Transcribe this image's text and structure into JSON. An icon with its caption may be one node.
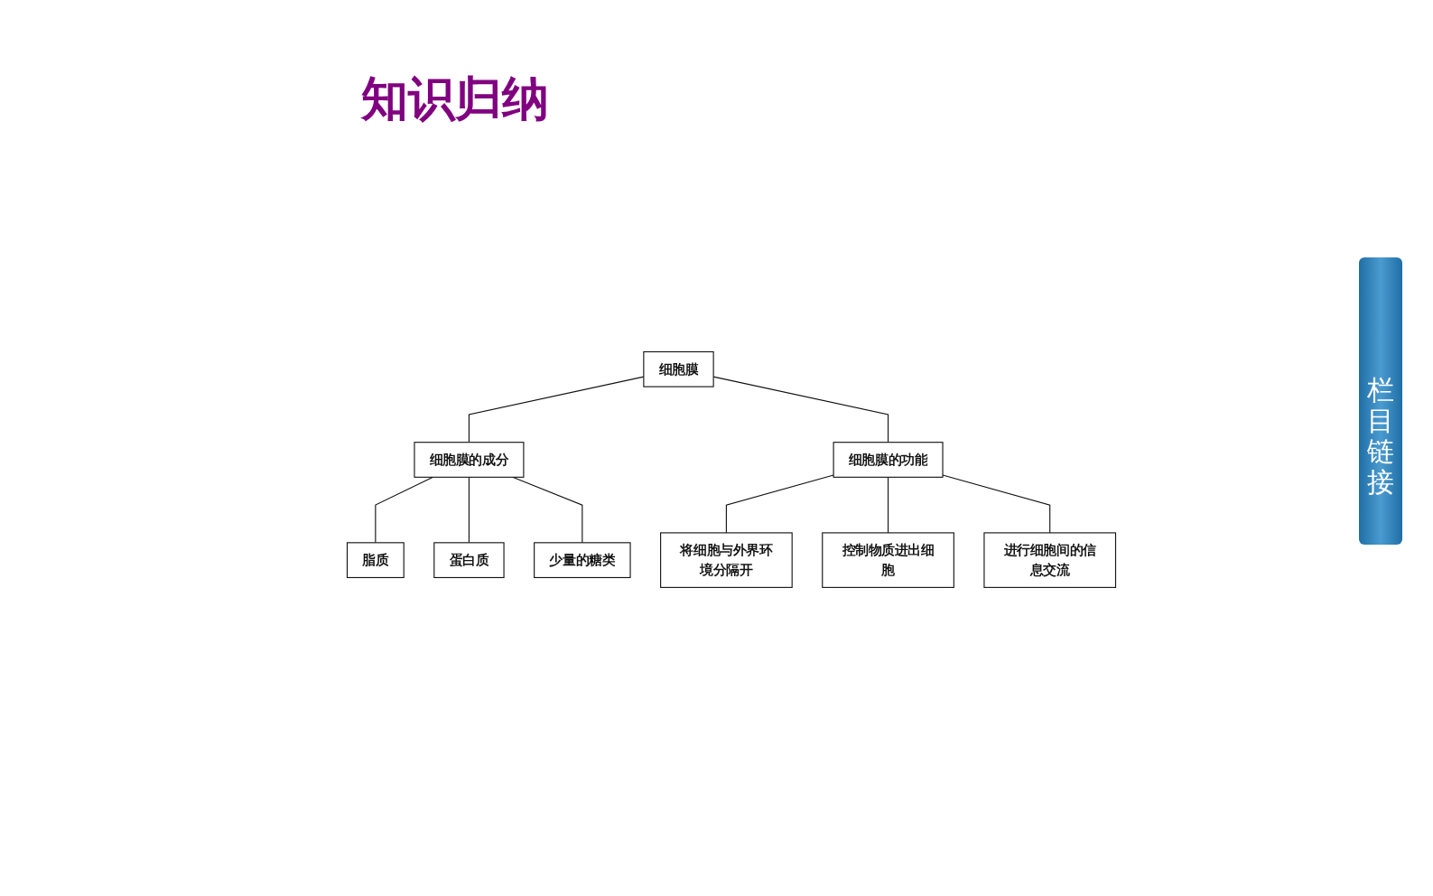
{
  "diagram": {
    "title": "知识归纳",
    "nodes": [
      {
        "text": [
          "细胞膜"
        ]
      },
      {
        "text": [
          "细胞膜的成分"
        ]
      },
      {
        "text": [
          "细胞膜的功能"
        ]
      },
      {
        "text": [
          "脂质"
        ]
      },
      {
        "text": [
          "蛋白质"
        ]
      },
      {
        "text": [
          "少量的糖类"
        ]
      },
      {
        "text": [
          "将细胞与外界环境分隔开"
        ]
      },
      {
        "text": [
          "控制物质进出细胞"
        ]
      },
      {
        "text": [
          "进行细胞间的信息交流"
        ]
      }
    ],
    "edges": [
      {
        "from": 0,
        "to": 1,
        "arrow": "none"
      },
      {
        "from": 0,
        "to": 2,
        "arrow": "none"
      },
      {
        "from": 1,
        "to": 3,
        "arrow": "none"
      },
      {
        "from": 1,
        "to": 4,
        "arrow": "none"
      },
      {
        "from": 1,
        "to": 5,
        "arrow": "none"
      },
      {
        "from": 2,
        "to": 6,
        "arrow": "none"
      },
      {
        "from": 2,
        "to": 7,
        "arrow": "none"
      },
      {
        "from": 2,
        "to": 8,
        "arrow": "none"
      }
    ],
    "labels": [
      "栏目链接"
    ]
  }
}
